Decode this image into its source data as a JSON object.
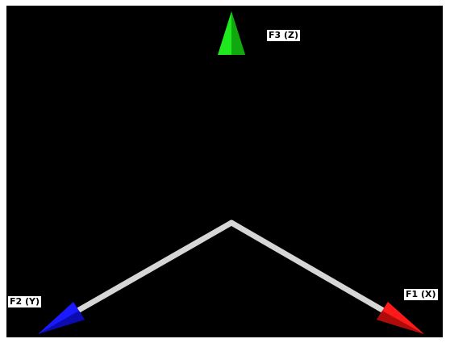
{
  "axes": [
    {
      "id": "x",
      "label": "F1 (X)",
      "color": "#ff1a1a"
    },
    {
      "id": "y",
      "label": "F2 (Y)",
      "color": "#1a1aff"
    },
    {
      "id": "z",
      "label": "F3 (Z)",
      "color": "#1ee81e"
    }
  ],
  "shaft_color": "#d8d8d8",
  "background_color": "#000000"
}
